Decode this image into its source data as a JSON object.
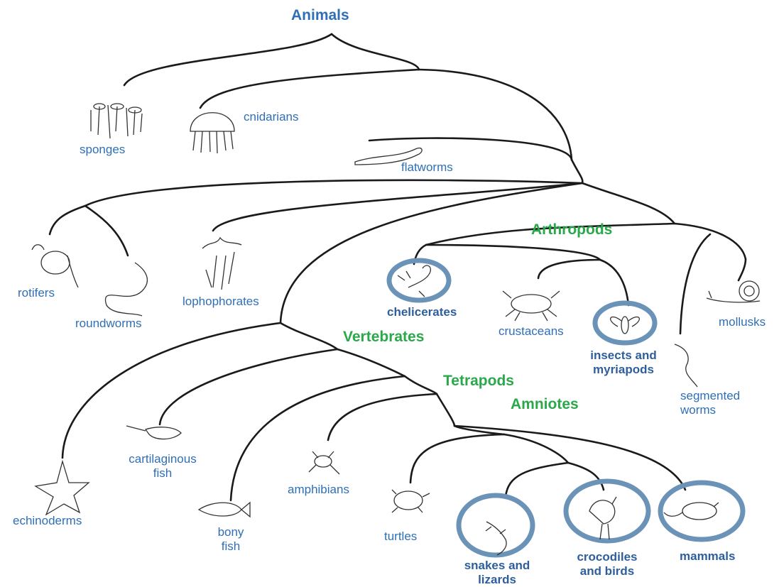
{
  "title": "Animals",
  "clades": {
    "arthropods": "Arthropods",
    "vertebrates": "Vertebrates",
    "tetrapods": "Tetrapods",
    "amniotes": "Amniotes"
  },
  "taxa": {
    "sponges": "sponges",
    "cnidarians": "cnidarians",
    "flatworms": "flatworms",
    "rotifers": "rotifers",
    "roundworms": "roundworms",
    "lophophorates": "lophophorates",
    "chelicerates": "chelicerates",
    "crustaceans": "crustaceans",
    "insects": "insects and\nmyriapods",
    "mollusks": "mollusks",
    "segmented_worms": "segmented\nworms",
    "echinoderms": "echinoderms",
    "cartilaginous_fish": "cartilaginous\nfish",
    "bony_fish": "bony\nfish",
    "amphibians": "amphibians",
    "turtles": "turtles",
    "snakes_lizards": "snakes and\nlizards",
    "crocodiles_birds": "crocodiles\nand birds",
    "mammals": "mammals"
  },
  "colors": {
    "branch": "#1a1a1a",
    "taxon_label": "#2f6fb5",
    "clade_label": "#2aa84a",
    "highlight_ring": "#6b93b8"
  },
  "highlighted_taxa": [
    "chelicerates",
    "insects and myriapods",
    "snakes and lizards",
    "crocodiles and birds",
    "mammals"
  ]
}
